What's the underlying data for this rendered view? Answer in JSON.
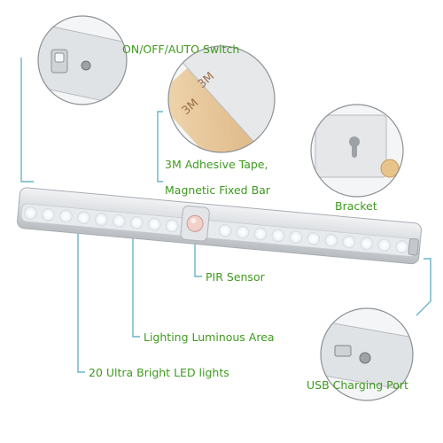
{
  "callouts": {
    "switch": "ON/OFF/AUTO Switch",
    "tape_line1": "3M Adhesive Tape,",
    "tape_line2": "Magnetic Fixed Bar",
    "bracket": "Bracket",
    "pir": "PIR Sensor",
    "luminous": "Lighting Luminous Area",
    "leds": "20 Ultra Bright LED lights",
    "usb": "USB Charging Port"
  },
  "tape_print": "3M",
  "colors": {
    "callout_green": "#3f9a1f",
    "callout_dark": "#333333",
    "leader_line": "#6ab3c8",
    "bar_silver": "#d9dcdf",
    "led_white": "#ffffff",
    "tape_amber": "#e8c89a"
  },
  "led_count": 20,
  "icons": [
    "switch-closeup-circle",
    "tape-closeup-circle",
    "bracket-closeup-circle",
    "usb-closeup-circle",
    "pir-sensor-dome"
  ]
}
